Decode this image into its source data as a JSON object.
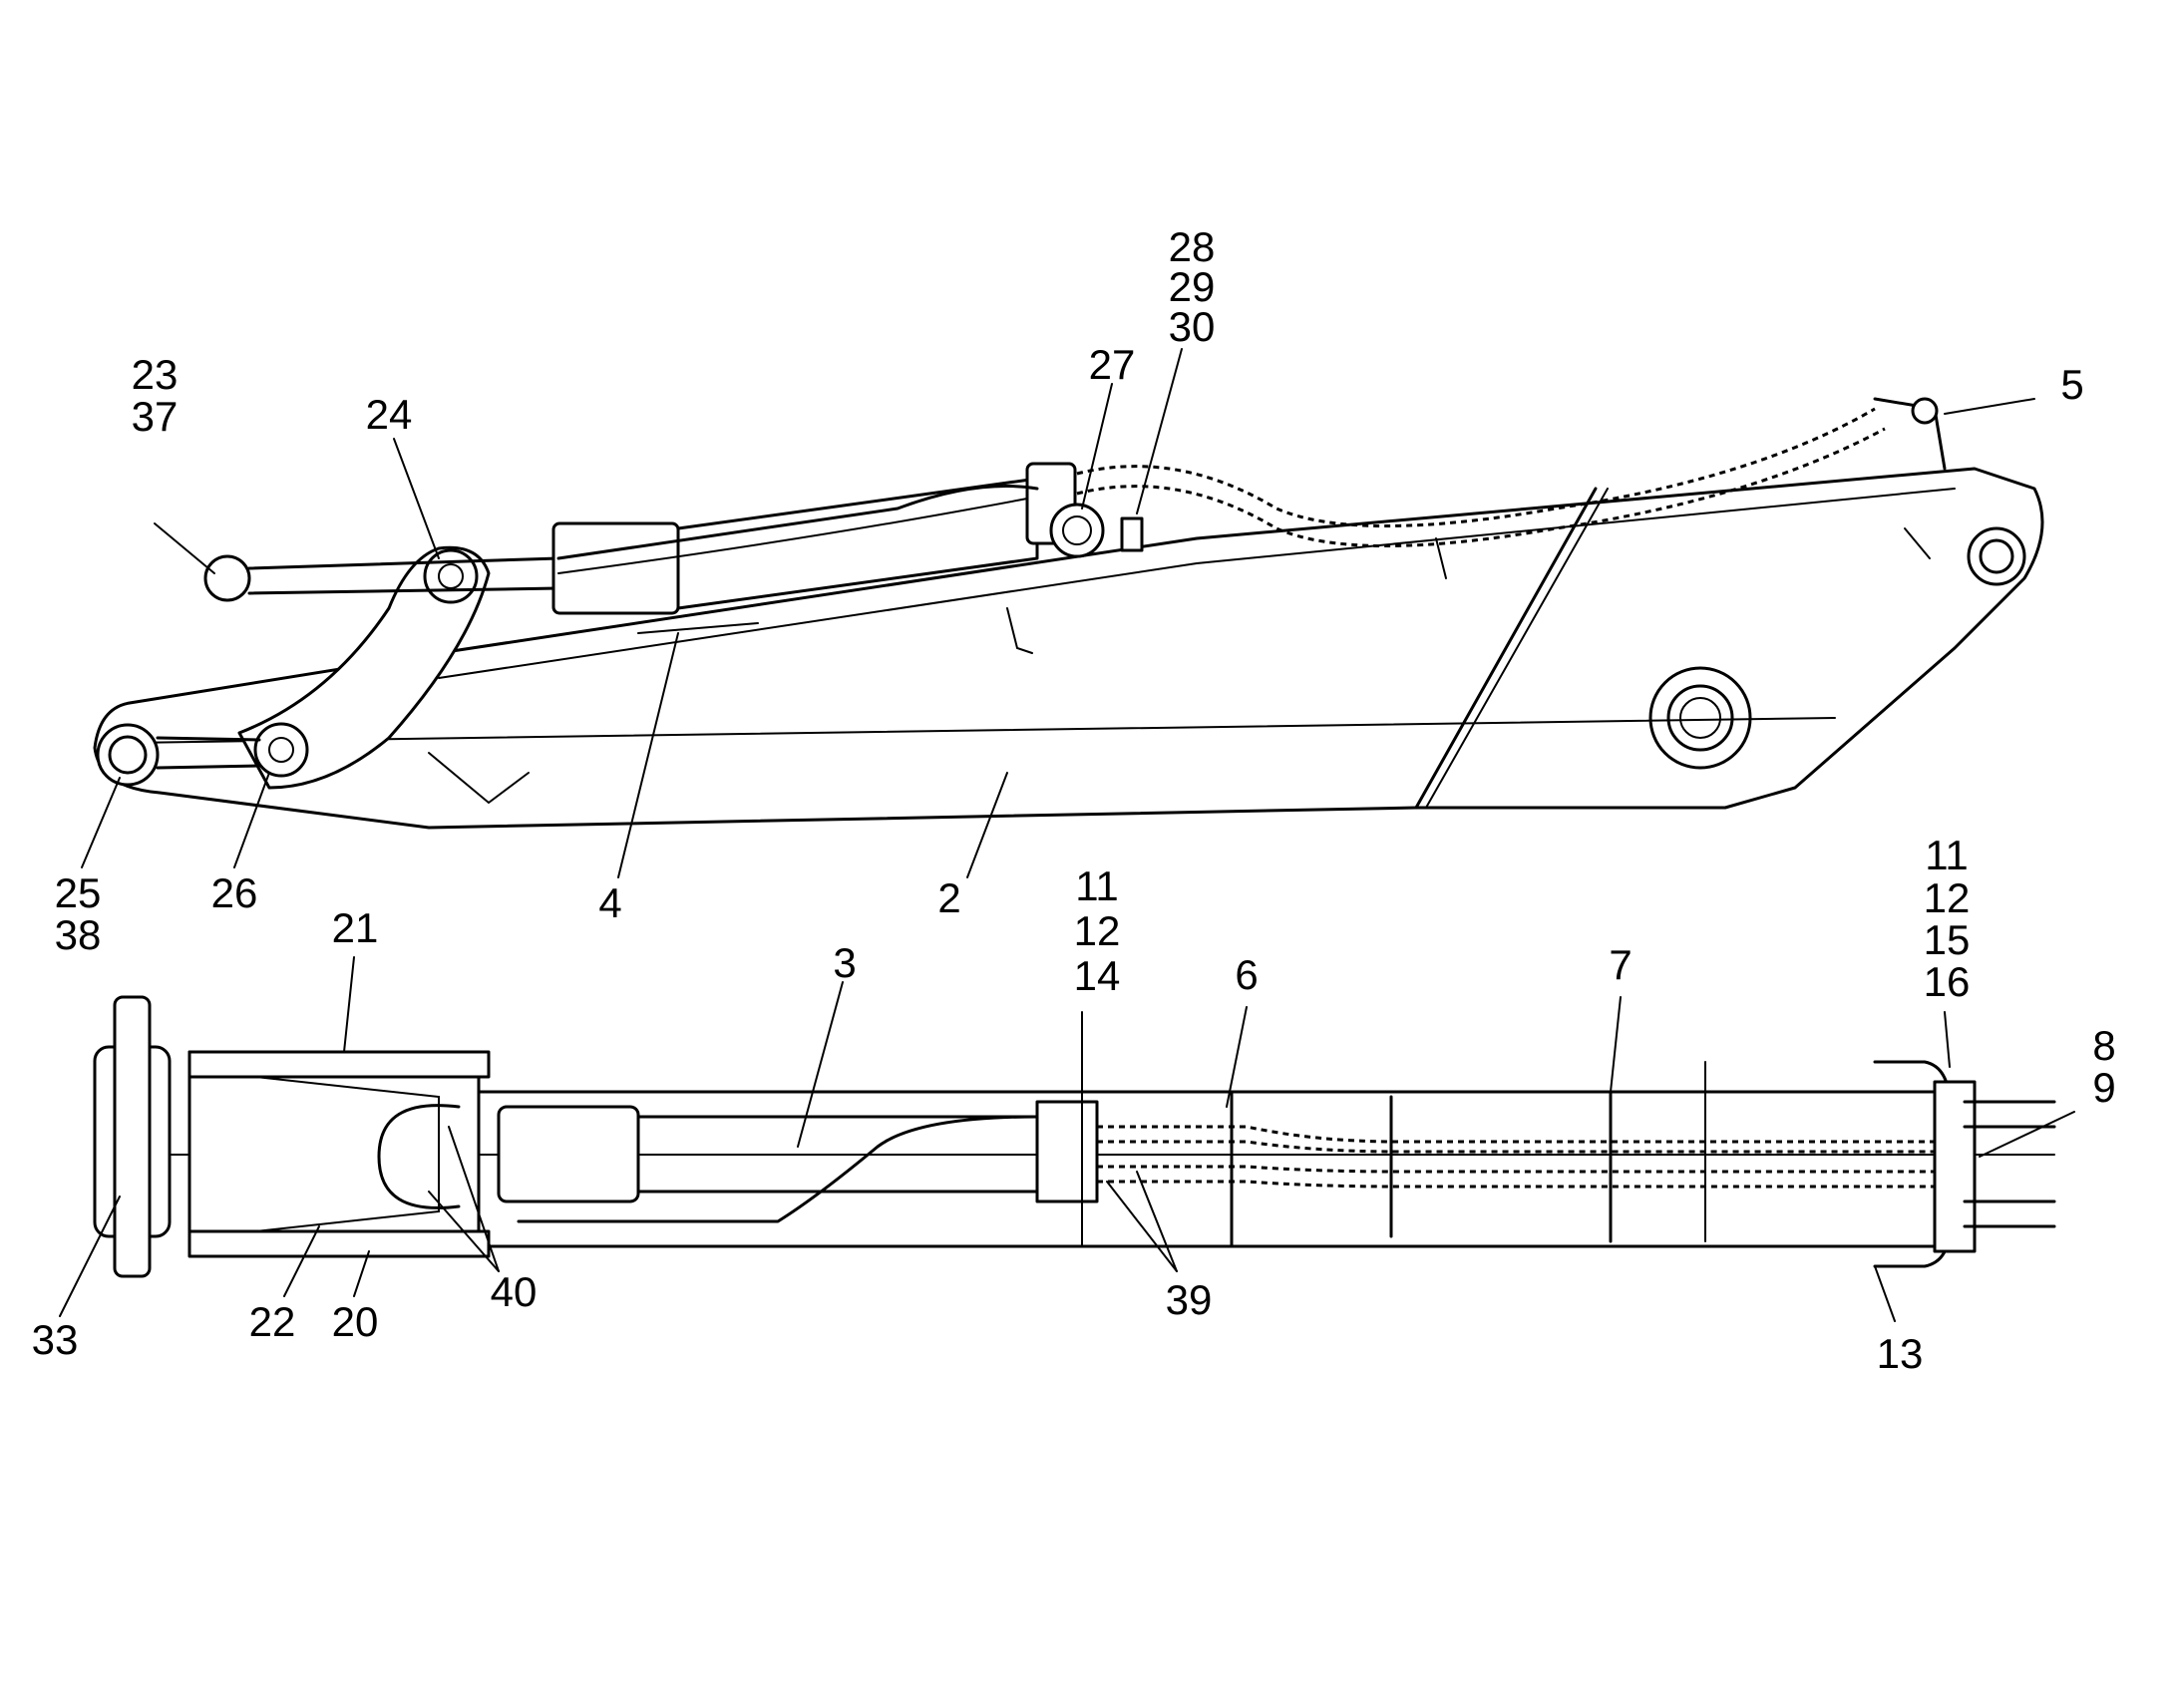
{
  "figure": {
    "callouts_side_view": [
      {
        "id": "c-2",
        "lines": [
          "2"
        ]
      },
      {
        "id": "c-4",
        "lines": [
          "4"
        ]
      },
      {
        "id": "c-5",
        "lines": [
          "5"
        ]
      },
      {
        "id": "c-23-37",
        "lines": [
          "23",
          "37"
        ]
      },
      {
        "id": "c-24",
        "lines": [
          "24"
        ]
      },
      {
        "id": "c-25-38",
        "lines": [
          "25",
          "38"
        ]
      },
      {
        "id": "c-26",
        "lines": [
          "26"
        ]
      },
      {
        "id": "c-27",
        "lines": [
          "27"
        ]
      },
      {
        "id": "c-28-29-30",
        "lines": [
          "28",
          "29",
          "30"
        ]
      }
    ],
    "callouts_top_view": [
      {
        "id": "c-3",
        "lines": [
          "3"
        ]
      },
      {
        "id": "c-6",
        "lines": [
          "6"
        ]
      },
      {
        "id": "c-7",
        "lines": [
          "7"
        ]
      },
      {
        "id": "c-8-9",
        "lines": [
          "8",
          "9"
        ]
      },
      {
        "id": "c-11-12-14",
        "lines": [
          "11",
          "12",
          "14"
        ]
      },
      {
        "id": "c-11-12-15-16",
        "lines": [
          "11",
          "12",
          "15",
          "16"
        ]
      },
      {
        "id": "c-13",
        "lines": [
          "13"
        ]
      },
      {
        "id": "c-20",
        "lines": [
          "20"
        ]
      },
      {
        "id": "c-21",
        "lines": [
          "21"
        ]
      },
      {
        "id": "c-22",
        "lines": [
          "22"
        ]
      },
      {
        "id": "c-33",
        "lines": [
          "33"
        ]
      },
      {
        "id": "c-39",
        "lines": [
          "39"
        ]
      },
      {
        "id": "c-40",
        "lines": [
          "40"
        ]
      }
    ]
  }
}
